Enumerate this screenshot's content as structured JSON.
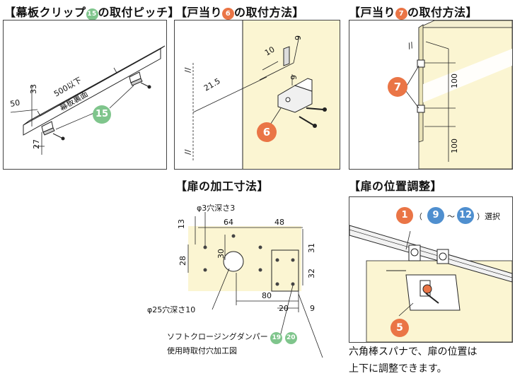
{
  "colors": {
    "orange": "#ea7546",
    "green": "#7fc58c",
    "blue": "#4f8fcf",
    "wood": "#fbf5d2",
    "line": "#222222"
  },
  "sections": {
    "clip": {
      "title_pre": "【幕板クリップ",
      "title_badge": "15",
      "title_post": "の取付ピッチ】",
      "dims": {
        "d50": "50",
        "d33": "33",
        "d500": "500以下",
        "d27": "27"
      },
      "label_back": "幕板裏面",
      "callout": "15"
    },
    "stop6": {
      "title_pre": "【戸当り",
      "title_badge": "6",
      "title_post": "の取付方法】",
      "dims": {
        "d10": "10",
        "d9a": "9",
        "d9b": "9",
        "d215": "21.5"
      },
      "break_mark": "//",
      "callout": "6"
    },
    "stop7": {
      "title_pre": "【戸当り",
      "title_badge": "7",
      "title_post": "の取付方法】",
      "dims": {
        "d100a": "100",
        "d100b": "100"
      },
      "break_mark": "//",
      "callout": "7"
    },
    "machining": {
      "title": "【扉の加工寸法】",
      "hole3": "φ3穴深さ3",
      "hole25": "φ25穴深さ10",
      "dims": {
        "d13": "13",
        "d64": "64",
        "d48": "48",
        "d30": "30",
        "d28": "28",
        "d31": "31",
        "d32": "32",
        "d80": "80",
        "d20": "20",
        "d9": "9"
      },
      "note_line1": "ソフトクロージングダンパー",
      "note_badge1": "19",
      "note_badge2": "20",
      "note_line2": "使用時取付穴加工図"
    },
    "adjust": {
      "title": "【扉の位置調整】",
      "badge1": "1",
      "bracket_open": "（",
      "badge9": "9",
      "tilde": "～",
      "badge12": "12",
      "bracket_close": "）選択",
      "callout": "5",
      "desc_line1": "六角棒スパナで、扉の位置は",
      "desc_line2": "上下に調整できます。"
    }
  }
}
